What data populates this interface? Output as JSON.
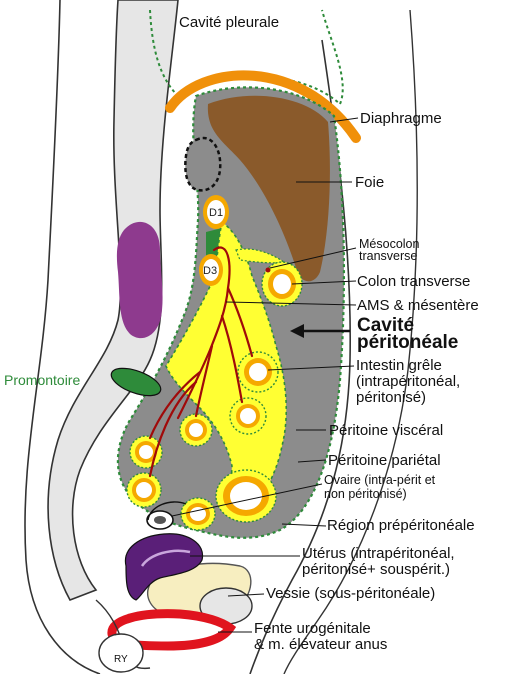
{
  "colors": {
    "peritoneal_cavity": "#8c8c8c",
    "liver": "#8a5a2b",
    "diaphragm": "#f0900a",
    "bowel_ring": "#f5a800",
    "yellow_fat": "#ffff33",
    "green_line": "#2e8b3a",
    "rectum": "#8e3a8e",
    "uterus": "#5a1f78",
    "bladder": "#f7eec0",
    "urogenital": "#e0141e",
    "vessels": "#a00a0a",
    "body_wall": "#e6e6e6"
  },
  "labels": {
    "pleural_cavity": "Cavité pleurale",
    "diaphragm": "Diaphragme",
    "liver": "Foie",
    "mesocolon_1": "Mésocolon",
    "mesocolon_2": "transverse",
    "colon": "Colon transverse",
    "sma": "AMS & mésentère",
    "cavity_1": "Cavité",
    "cavity_2": "péritonéale",
    "small_bowel_1": "Intestin grêle",
    "small_bowel_2": "(intrapéritonéal,",
    "small_bowel_3": "péritonisé)",
    "visceral": "Péritoine viscéral",
    "parietal": "Péritoine pariétal",
    "ovary_1": "Ovaire (intra-périt et",
    "ovary_2": "non péritonisé)",
    "preperitoneal": "Région prépéritonéale",
    "uterus_1": "Utérus (intrapéritonéal,",
    "uterus_2": "péritonisé+ souspérit.)",
    "bladder": "Vessie (sous-péritonéale)",
    "urogenital_1": "Fente urogénitale",
    "urogenital_2": "& m. élévateur anus",
    "promontory": "Promontoire",
    "d1": "D1",
    "d3": "D3",
    "ry": "RY"
  }
}
